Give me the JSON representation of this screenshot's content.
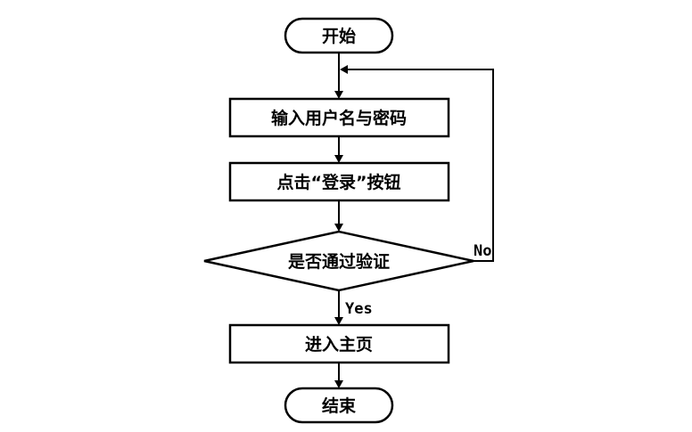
{
  "nodes": {
    "start": "开始",
    "input_credentials": "输入用户名与密码",
    "click_login": "点击“登录”按钮",
    "decision_verify": "是否通过验证",
    "enter_home": "进入主页",
    "end": "结束"
  },
  "edges": {
    "yes_label": "Yes",
    "no_label": "No"
  }
}
